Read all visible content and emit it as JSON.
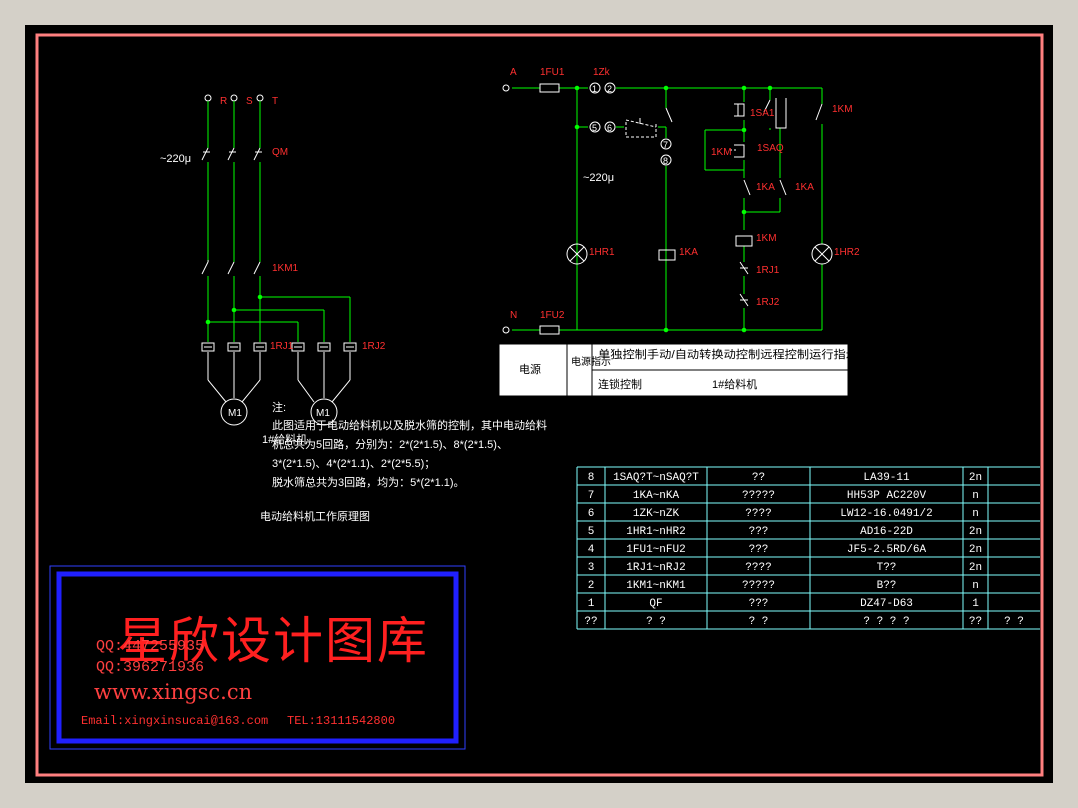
{
  "schematic": {
    "power_labels": {
      "r": "R",
      "s": "S",
      "t": "T",
      "a": "A",
      "n": "N"
    },
    "component_labels": {
      "qm": "QM",
      "voltage_left": "~220μ",
      "voltage_right": "~220μ",
      "km1_left": "1KM1",
      "rj1_left": "1RJ1",
      "rj2_left": "1RJ2",
      "m1": "M1",
      "m2": "M1",
      "fu1": "1FU1",
      "fu2": "1FU2",
      "zk": "1Zk",
      "sa1": "1SA1",
      "sa0": "1SAQ",
      "km_contact": "1KM",
      "km_contact_top": "1KM",
      "ka_contact": "1KA",
      "ka_contact_right": "1KA",
      "km_coil": "1KM",
      "rj1_right": "1RJ1",
      "rj2_right": "1RJ2",
      "hr1": "1HR1",
      "hr2": "1HR2",
      "ka_coil": "1KA"
    },
    "nodes": {
      "n1": "1",
      "n2": "2",
      "n5": "5",
      "n6": "6",
      "n7": "7",
      "n8": "8"
    }
  },
  "function_table": {
    "power_label": "电源",
    "indicator_label": "电源指示",
    "header": "单独控制手动/自动转换动控制远程控制运行指示",
    "row2_left": "连锁控制",
    "row2_right": "1#给料机"
  },
  "notes": {
    "title": "注:",
    "lines": [
      "此图适用于电动给料机以及脱水筛的控制，其中电动给料",
      "机总共为5回路，分别为：2*(2*1.5)、8*(2*1.5)、",
      "3*(2*1.5)、4*(2*1.1)、2*(2*5.5)；",
      "脱水筛总共为3回路，均为：5*(2*1.1)。"
    ],
    "overlap_label": "1#给料机",
    "diagram_title": "电动给料机工作原理图"
  },
  "parts_list": [
    {
      "no": "8",
      "code": "1SAQ?T~nSAQ?T",
      "name": "??",
      "model": "LA39-11",
      "qty": "2n"
    },
    {
      "no": "7",
      "code": "1KA~nKA",
      "name": "?????",
      "model": "HH53P AC220V",
      "qty": "n"
    },
    {
      "no": "6",
      "code": "1ZK~nZK",
      "name": "????",
      "model": "LW12-16.0491/2",
      "qty": "n"
    },
    {
      "no": "5",
      "code": "1HR1~nHR2",
      "name": "???",
      "model": "AD16-22D",
      "qty": "2n"
    },
    {
      "no": "4",
      "code": "1FU1~nFU2",
      "name": "???",
      "model": "JF5-2.5RD/6A",
      "qty": "2n"
    },
    {
      "no": "3",
      "code": "1RJ1~nRJ2",
      "name": "????",
      "model": "T??",
      "qty": "2n"
    },
    {
      "no": "2",
      "code": "1KM1~nKM1",
      "name": "?????",
      "model": "B??",
      "qty": "n"
    },
    {
      "no": "1",
      "code": "QF",
      "name": "???",
      "model": "DZ47-D63",
      "qty": "1"
    },
    {
      "no": "??",
      "code": "?  ?",
      "name": "?  ?",
      "model": "?  ?  ?  ?",
      "qty": "??",
      "extra": "? ?"
    }
  ],
  "watermark": {
    "title": "星欣设计图库",
    "qq1": "QQ:447255935",
    "qq2": "QQ:396271936",
    "website": "www.xingsc.cn",
    "email": "Email:xingxinsucai@163.com",
    "tel": "TEL:13111542800"
  }
}
